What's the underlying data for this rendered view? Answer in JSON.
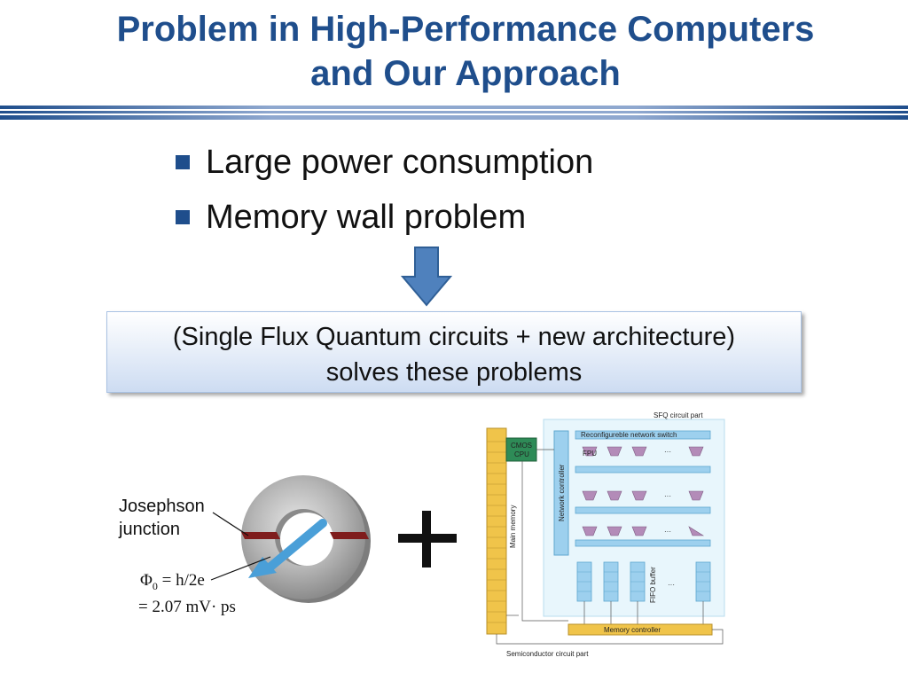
{
  "slide": {
    "title_line1": "Problem in High-Performance Computers",
    "title_line2": "and Our Approach",
    "bullets": [
      "Large power consumption",
      "Memory wall problem"
    ],
    "approach_line1": "(Single Flux Quantum circuits + new architecture)",
    "approach_line2": "solves these problems"
  },
  "junction_figure": {
    "label_line1": "Josephson",
    "label_line2": "junction",
    "flux_symbol": "Φ",
    "flux_sub": "0",
    "flux_eq": " = h/2e",
    "flux_value": "= 2.07 mV· ps"
  },
  "architecture": {
    "sfq_label": "SFQ circuit part",
    "switch_label": "Reconfigureble network switch",
    "cmos_line1": "CMOS",
    "cmos_line2": "CPU",
    "fpu_label": "FPU",
    "network_label": "Network controller",
    "main_memory_label": "Main memory",
    "fifo_label": "FIFO buffer",
    "memory_controller_label": "Memory controller",
    "semiconductor_label": "Semiconductor circuit part",
    "dots": "···"
  },
  "colors": {
    "title": "#1f4e8c",
    "bullet": "#1f4e8c",
    "arrow": "#4f81bd",
    "ring": "#a6a6a6",
    "junction": "#7f1d1d",
    "flux_arrow": "#4a9fd8",
    "memory": "#f0c44a",
    "cmos": "#2e8b57",
    "light_blue": "#9dd0ee",
    "fpu": "#b38bb8"
  }
}
